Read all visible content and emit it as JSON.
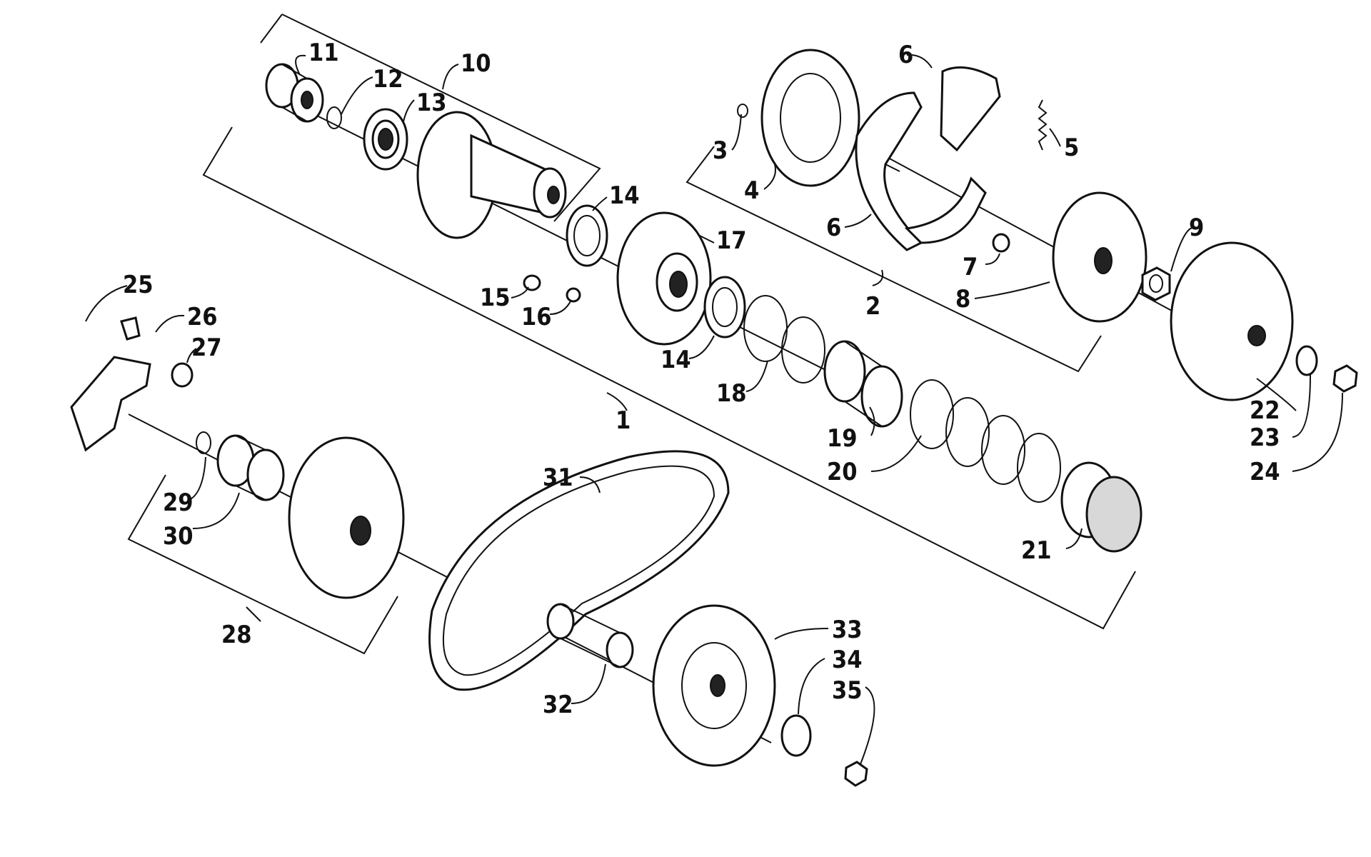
{
  "diagram": {
    "callouts": [
      "1",
      "2",
      "3",
      "4",
      "5",
      "6",
      "6",
      "7",
      "8",
      "9",
      "10",
      "11",
      "12",
      "13",
      "14",
      "14",
      "15",
      "16",
      "17",
      "18",
      "19",
      "20",
      "21",
      "22",
      "23",
      "24",
      "25",
      "26",
      "27",
      "28",
      "29",
      "30",
      "31",
      "32",
      "33",
      "34",
      "35"
    ]
  }
}
